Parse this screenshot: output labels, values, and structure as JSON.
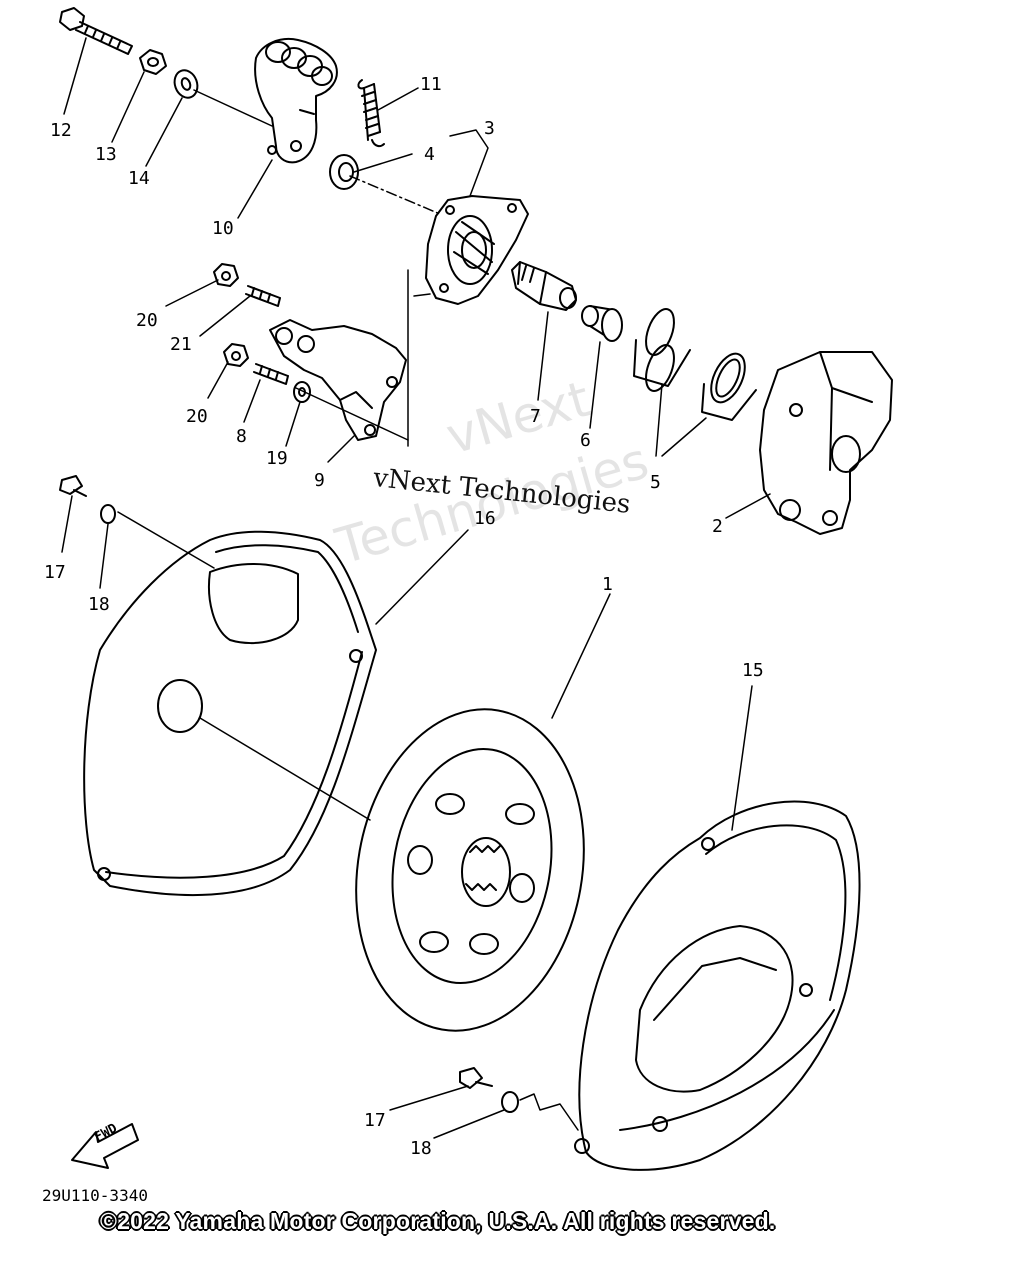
{
  "callouts": {
    "c1": "1",
    "c2": "2",
    "c3": "3",
    "c4": "4",
    "c5": "5",
    "c6": "6",
    "c7": "7",
    "c8": "8",
    "c9": "9",
    "c10": "10",
    "c11": "11",
    "c12": "12",
    "c13": "13",
    "c14": "14",
    "c15": "15",
    "c16": "16",
    "c17a": "17",
    "c17b": "17",
    "c18a": "18",
    "c18b": "18",
    "c19": "19",
    "c20a": "20",
    "c20b": "20",
    "c21": "21"
  },
  "watermark": {
    "typed": "vNext Technologies",
    "ghost_line1": "vNext",
    "ghost_line2": "Technologies"
  },
  "fwd_label": "FWD",
  "drawing_code": "29U110-3340",
  "copyright": "©2022 Yamaha Motor Corporation, U.S.A. All rights reserved."
}
